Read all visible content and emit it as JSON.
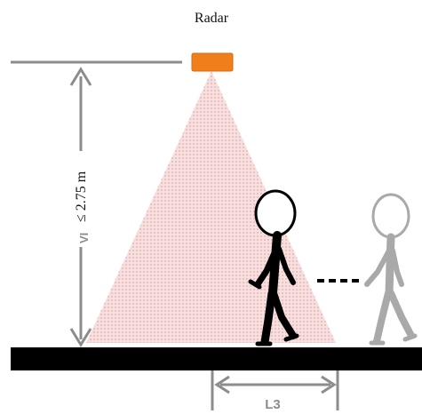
{
  "title": "Radar",
  "height_label": "≤ 2.75 m",
  "height_mark": "VI",
  "distance_label": "L3",
  "colors": {
    "radar": "#F07E1A",
    "cone": "#F2C9C9",
    "floor": "#000000",
    "dimension_line": "#8C8C8C",
    "person_active": "#000000",
    "person_ghost": "#A9A9A9"
  },
  "icons": {
    "radar_sensor": "radar-sensor-icon",
    "person_active": "walking-person-icon",
    "person_ghost": "walking-person-ghost-icon"
  }
}
